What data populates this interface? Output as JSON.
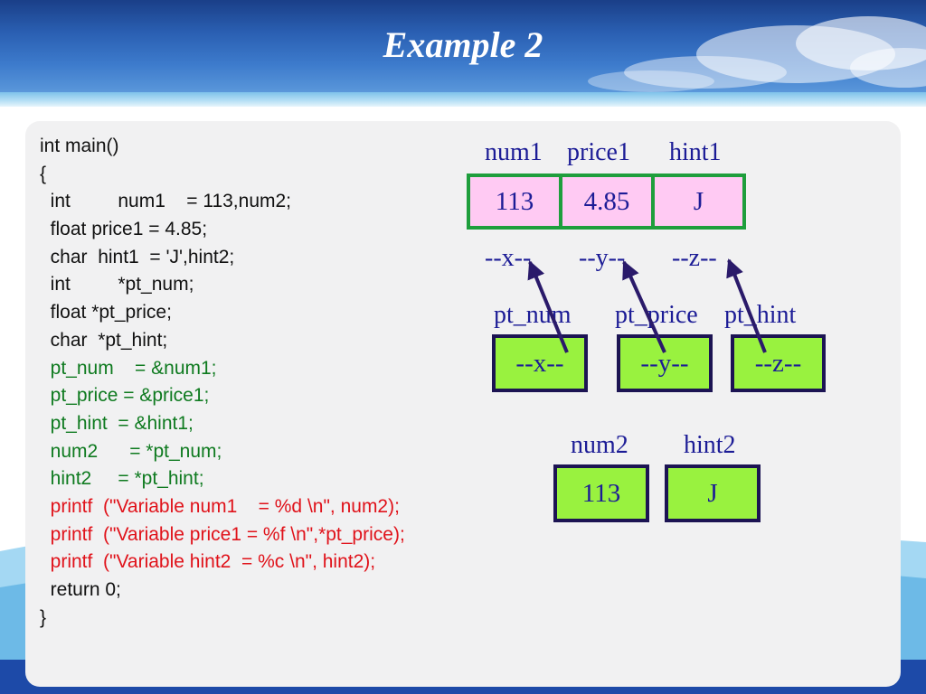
{
  "slide": {
    "title": "Example 2"
  },
  "code_lines": [
    {
      "text": "int main()",
      "color": "black"
    },
    {
      "text": "{",
      "color": "black"
    },
    {
      "text": "  int         num1    = 113,num2;",
      "color": "black"
    },
    {
      "text": "  float price1 = 4.85;",
      "color": "black"
    },
    {
      "text": "  char  hint1  = 'J',hint2;",
      "color": "black"
    },
    {
      "text": "  int         *pt_num;",
      "color": "black"
    },
    {
      "text": "  float *pt_price;",
      "color": "black"
    },
    {
      "text": "  char  *pt_hint;",
      "color": "black"
    },
    {
      "text": "  pt_num    = &num1;",
      "color": "green"
    },
    {
      "text": "  pt_price = &price1;",
      "color": "green"
    },
    {
      "text": "  pt_hint  = &hint1;",
      "color": "green"
    },
    {
      "text": "  num2      = *pt_num;",
      "color": "green"
    },
    {
      "text": "  hint2     = *pt_hint;",
      "color": "green"
    },
    {
      "text": "  printf  (\"Variable num1    = %d \\n\", num2);",
      "color": "red"
    },
    {
      "text": "  printf  (\"Variable price1 = %f \\n\",*pt_price);",
      "color": "red"
    },
    {
      "text": "  printf  (\"Variable hint2  = %c \\n\", hint2);",
      "color": "red"
    },
    {
      "text": "  return 0;",
      "color": "black"
    },
    {
      "text": "}",
      "color": "black"
    }
  ],
  "memory": {
    "vars": [
      {
        "name": "num1",
        "value": "113",
        "address": "--x--"
      },
      {
        "name": "price1",
        "value": "4.85",
        "address": "--y--"
      },
      {
        "name": "hint1",
        "value": "J",
        "address": "--z--"
      }
    ],
    "pointers": [
      {
        "name": "pt_num",
        "value": "--x--"
      },
      {
        "name": "pt_price",
        "value": "--y--"
      },
      {
        "name": "pt_hint",
        "value": "--z--"
      }
    ],
    "copies": [
      {
        "name": "num2",
        "value": "113"
      },
      {
        "name": "hint2",
        "value": "J"
      }
    ]
  },
  "colors": {
    "code_black": "#111111",
    "code_green": "#0e7a1f",
    "code_red": "#e0121a",
    "diagram_text": "#1c1c96",
    "var_box_fill": "#ffcaf3",
    "var_box_border": "#1e9e3c",
    "pointer_box_fill": "#99f23f",
    "pointer_box_border": "#1c1453",
    "arrow": "#2a1a6a"
  }
}
